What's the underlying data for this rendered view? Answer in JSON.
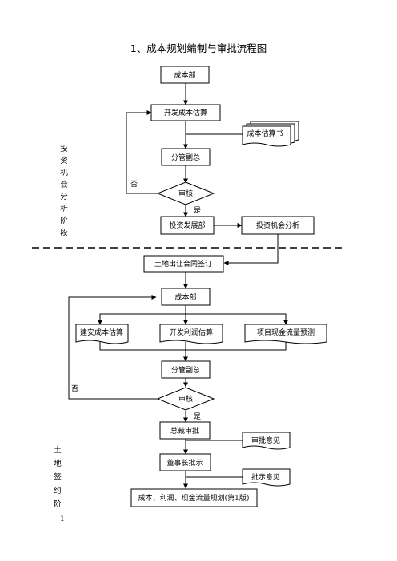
{
  "title": "1、成本规划编制与审批流程图",
  "nodes": {
    "chengbenbu_1": "成本部",
    "kaifa_guji": "开发成本估算",
    "guji_shu": "成本估算书",
    "fenguan_1": "分管副总",
    "shenhe_1": "审核",
    "touzi_fazhan": "投资发展部",
    "touzi_fenxi": "投资机会分析",
    "tudi_hetong": "土地出让合同签订",
    "chengbenbu_2": "成本部",
    "jianan_guji": "建安成本估算",
    "lirun_guji": "开发利润估算",
    "xianjin_yuce": "项目现金流量预测",
    "fenguan_2": "分管副总",
    "shenhe_2": "审核",
    "zongcai": "总裁审批",
    "shenpi_yijian": "审批意见",
    "dongshi": "董事长批示",
    "pishi_yijian": "批示意见",
    "guihua": "成本、利润、现金流量规划(第1版)"
  },
  "edge_labels": {
    "no_1": "否",
    "yes_1": "是",
    "no_2": "否",
    "yes_2": "是"
  },
  "stages": {
    "stage_1": [
      "投",
      "资",
      "机",
      "会",
      "分",
      "析",
      "阶",
      "段"
    ],
    "stage_2": [
      "土",
      "地",
      "签",
      "约",
      "阶"
    ]
  },
  "page_number": "1"
}
